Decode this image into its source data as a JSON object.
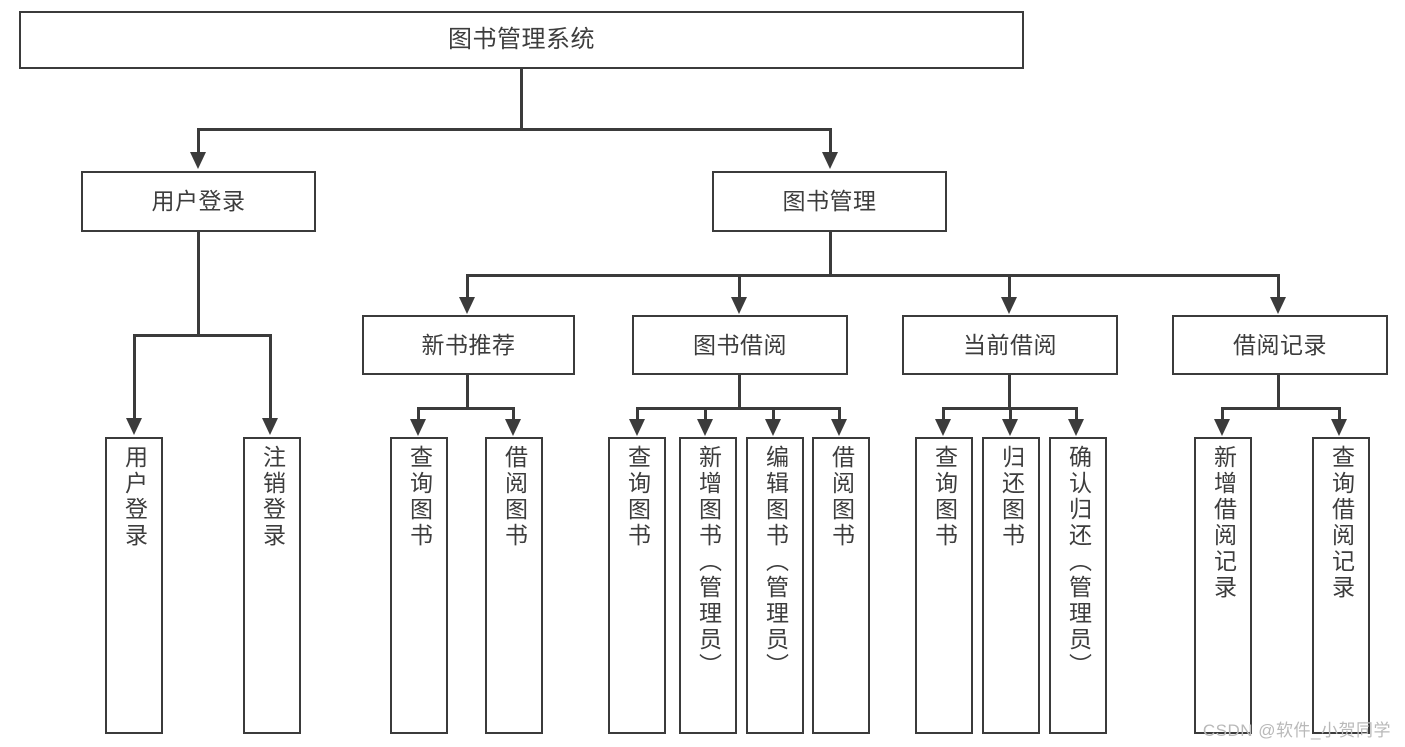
{
  "diagram": {
    "type": "tree",
    "orientation": "top-down",
    "colors": {
      "background": "#ffffff",
      "border": "#3b3b3b",
      "text": "#3d3d3d",
      "connector": "#3b3b3b",
      "watermark": "#b9b9b9"
    },
    "root": {
      "label": "图书管理系统"
    },
    "level1": [
      {
        "label": "用户登录"
      },
      {
        "label": "图书管理"
      }
    ],
    "level2": [
      {
        "label": "新书推荐"
      },
      {
        "label": "图书借阅"
      },
      {
        "label": "当前借阅"
      },
      {
        "label": "借阅记录"
      }
    ],
    "leaves": {
      "user_login": [
        {
          "label": "用户登录"
        },
        {
          "label": "注销登录"
        }
      ],
      "new_book": [
        {
          "label": "查询图书"
        },
        {
          "label": "借阅图书"
        }
      ],
      "book_borrow": [
        {
          "label": "查询图书"
        },
        {
          "label": "新增图书（管理员）"
        },
        {
          "label": "编辑图书（管理员）"
        },
        {
          "label": "借阅图书"
        }
      ],
      "current_borrow": [
        {
          "label": "查询图书"
        },
        {
          "label": "归还图书"
        },
        {
          "label": "确认归还（管理员）"
        }
      ],
      "borrow_record": [
        {
          "label": "新增借阅记录"
        },
        {
          "label": "查询借阅记录"
        }
      ]
    }
  },
  "watermark": {
    "text": "CSDN @软件_小贺同学"
  }
}
